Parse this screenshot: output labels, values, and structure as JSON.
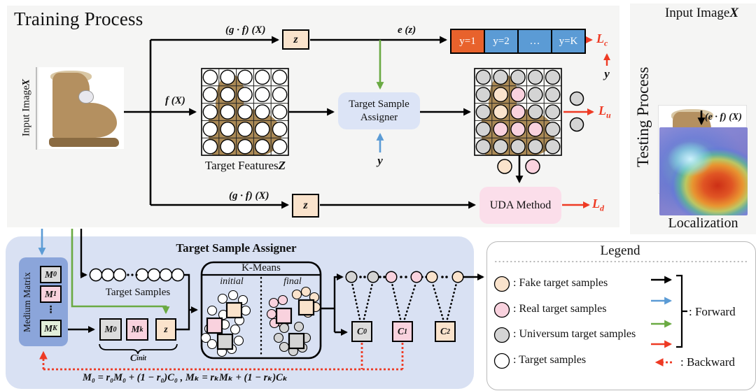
{
  "colors": {
    "red": "#ee3a24",
    "green": "#6aaa43",
    "blue": "#5b9bd5",
    "orange": "#e8622c",
    "class_blue": "#5b9bd5",
    "panel_bg": "#f5f5f4",
    "assigner_panel_bg": "#d9e1f3",
    "medium_matrix_bg": "#8ba5da",
    "assigner_box_bg": "#dce4f6",
    "uda_box_bg": "#fbdeea",
    "z_box_bg": "#fae3cc",
    "sample_fake": "#fae3cc",
    "sample_real": "#f9d2de",
    "sample_universum": "#d4d4d4",
    "sample_target": "#ffffff",
    "matrix_m0": "#dcdcdc",
    "matrix_m1": "#f9d2de",
    "matrix_mk": "#e2efda"
  },
  "training": {
    "title": "Training Process",
    "input_image_label": "Input Image ",
    "input_image_var": "X",
    "f_label": "f (X)",
    "gf_label_top": "(g · f) (X)",
    "gf_label_bottom": "(g · f) (X)",
    "ez_label": "e (z)",
    "z_label_top": "z",
    "z_label_bottom": "z",
    "class_cells": [
      "y=1",
      "y=2",
      "…",
      "y=K"
    ],
    "target_features_label": "Target Features ",
    "target_features_var": "Z",
    "assigner_line1": "Target Sample",
    "assigner_line2": "Assigner",
    "y_label_top": "y",
    "y_label_bottom": "y",
    "uda_label": "UDA Method",
    "loss_c_base": "L",
    "loss_c_sub": "c",
    "loss_u_base": "L",
    "loss_u_sub": "u",
    "loss_d_base": "L",
    "loss_d_sub": "d"
  },
  "testing": {
    "title": "Testing Process",
    "input_image_label": "Input Image ",
    "input_image_var": "X",
    "ef_label": "(e · f) (X)",
    "localization_label": "Localization"
  },
  "assigner": {
    "title": "Target Sample Assigner",
    "medium_matrix_label": "Medium Matrix",
    "matrix_cells": [
      {
        "base": "M",
        "sub": "0"
      },
      {
        "base": "M",
        "sub": "1"
      },
      {
        "base": "M",
        "sub": "K"
      }
    ],
    "matrix_dots": "⋮",
    "target_samples_label": "Target Samples",
    "cinit_cells": [
      {
        "base": "M",
        "sub": "0"
      },
      {
        "base": "M",
        "sub": "k"
      },
      {
        "base": "z",
        "sub": ""
      }
    ],
    "cinit_base": "C",
    "cinit_sup": "init",
    "kmeans_title": "K-Means",
    "kmeans_initial": "initial",
    "kmeans_final": "final",
    "centroids": [
      {
        "base": "C",
        "sub": "0"
      },
      {
        "base": "C",
        "sub": "1"
      },
      {
        "base": "C",
        "sub": "2"
      }
    ],
    "equation": "M₀ = r₀M₀ + (1 − r₀)C₀ ,   Mₖ = rₖMₖ + (1 − rₖ)Cₖ"
  },
  "legend": {
    "title": "Legend",
    "items": [
      {
        "type": "fake",
        "label": ": Fake target samples"
      },
      {
        "type": "real",
        "label": ": Real target samples"
      },
      {
        "type": "universum",
        "label": ": Universum target samples"
      },
      {
        "type": "target",
        "label": ": Target samples"
      }
    ],
    "forward_label": ": Forward",
    "backward_label": ": Backward"
  },
  "grids": {
    "features": [
      [
        "t",
        "t",
        "t",
        "t",
        "t"
      ],
      [
        "t",
        "t",
        "t",
        "t",
        "t"
      ],
      [
        "t",
        "t",
        "t",
        "t",
        "t"
      ],
      [
        "t",
        "t",
        "t",
        "t",
        "t"
      ],
      [
        "t",
        "t",
        "t",
        "t",
        "t"
      ]
    ],
    "assigned": [
      [
        "u",
        "u",
        "u",
        "u",
        "u"
      ],
      [
        "u",
        "f",
        "r",
        "u",
        "u"
      ],
      [
        "u",
        "f",
        "r",
        "u",
        "u"
      ],
      [
        "u",
        "r",
        "r",
        "r",
        "u"
      ],
      [
        "u",
        "u",
        "u",
        "u",
        "u"
      ]
    ]
  },
  "chain": [
    "u",
    "u",
    "r",
    "r",
    "f",
    "f"
  ]
}
